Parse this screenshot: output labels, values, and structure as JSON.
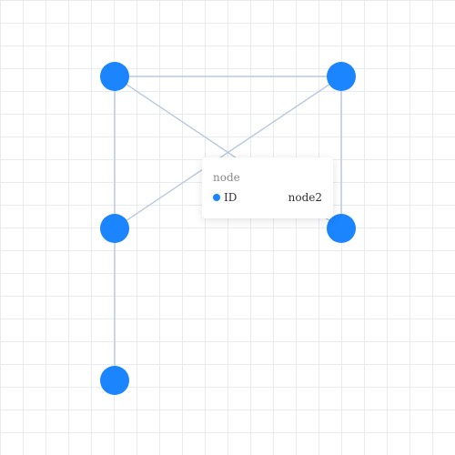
{
  "graph": {
    "node_color": "#1b84ff",
    "edge_color": "#b9c8e0",
    "grid_color": "#e8ecf1",
    "nodes": [
      {
        "id": "node0"
      },
      {
        "id": "node1"
      },
      {
        "id": "node2"
      },
      {
        "id": "node3"
      },
      {
        "id": "node4"
      }
    ],
    "edges": [
      {
        "source": "node0",
        "target": "node1"
      },
      {
        "source": "node0",
        "target": "node2"
      },
      {
        "source": "node0",
        "target": "node3"
      },
      {
        "source": "node1",
        "target": "node2"
      },
      {
        "source": "node1",
        "target": "node3"
      },
      {
        "source": "node2",
        "target": "node4"
      }
    ]
  },
  "tooltip": {
    "title": "node",
    "key_label": "ID",
    "value": "node2"
  }
}
